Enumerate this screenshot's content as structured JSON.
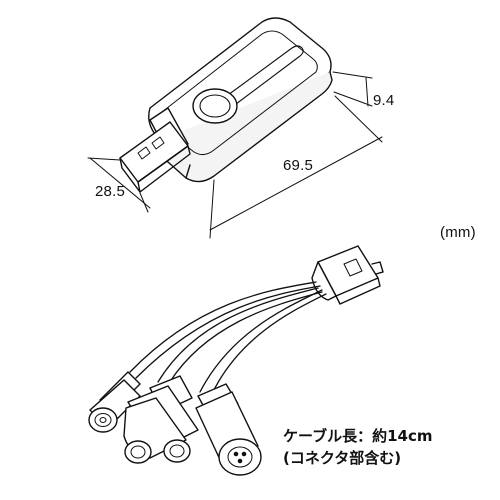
{
  "dimensions": {
    "height": "9.4",
    "length": "69.5",
    "width": "28.5",
    "unit": "(mm)"
  },
  "cable_note": {
    "line1": "ケーブル長：約14cm",
    "line2": "(コネクタ部含む)"
  },
  "colors": {
    "line": "#111111",
    "fill": "#ffffff",
    "shade": "#e8e8e8"
  }
}
